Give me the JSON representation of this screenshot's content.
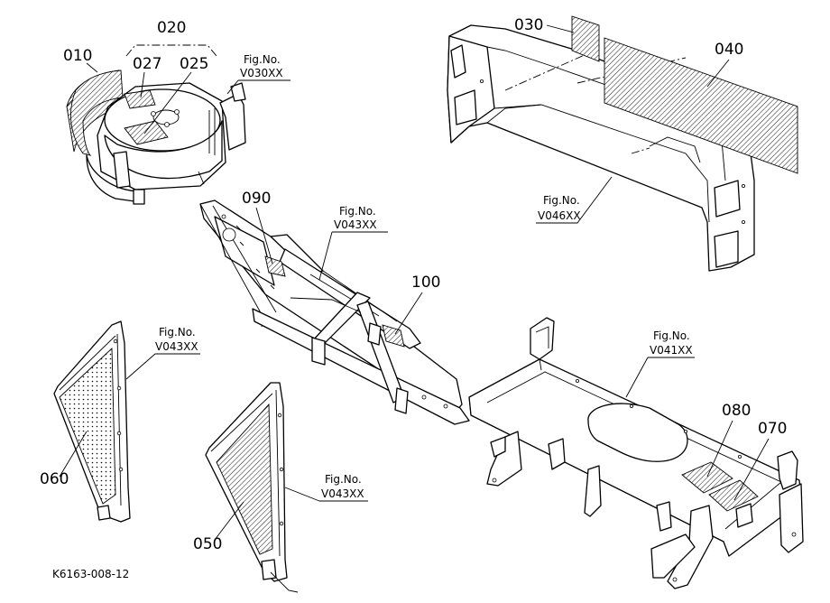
{
  "diagram": {
    "code": "K6163-008-12",
    "part_labels": {
      "p010": "010",
      "p020": "020",
      "p025": "025",
      "p027": "027",
      "p030": "030",
      "p040": "040",
      "p050": "050",
      "p060": "060",
      "p070": "070",
      "p080": "080",
      "p090": "090",
      "p100": "100"
    },
    "fig_caption": "Fig.No.",
    "fig_refs": {
      "top_left": "V030XX",
      "top_right": "V046XX",
      "center": "V043XX",
      "left_lower": "V043XX",
      "center_lower": "V043XX",
      "right": "V041XX"
    }
  }
}
